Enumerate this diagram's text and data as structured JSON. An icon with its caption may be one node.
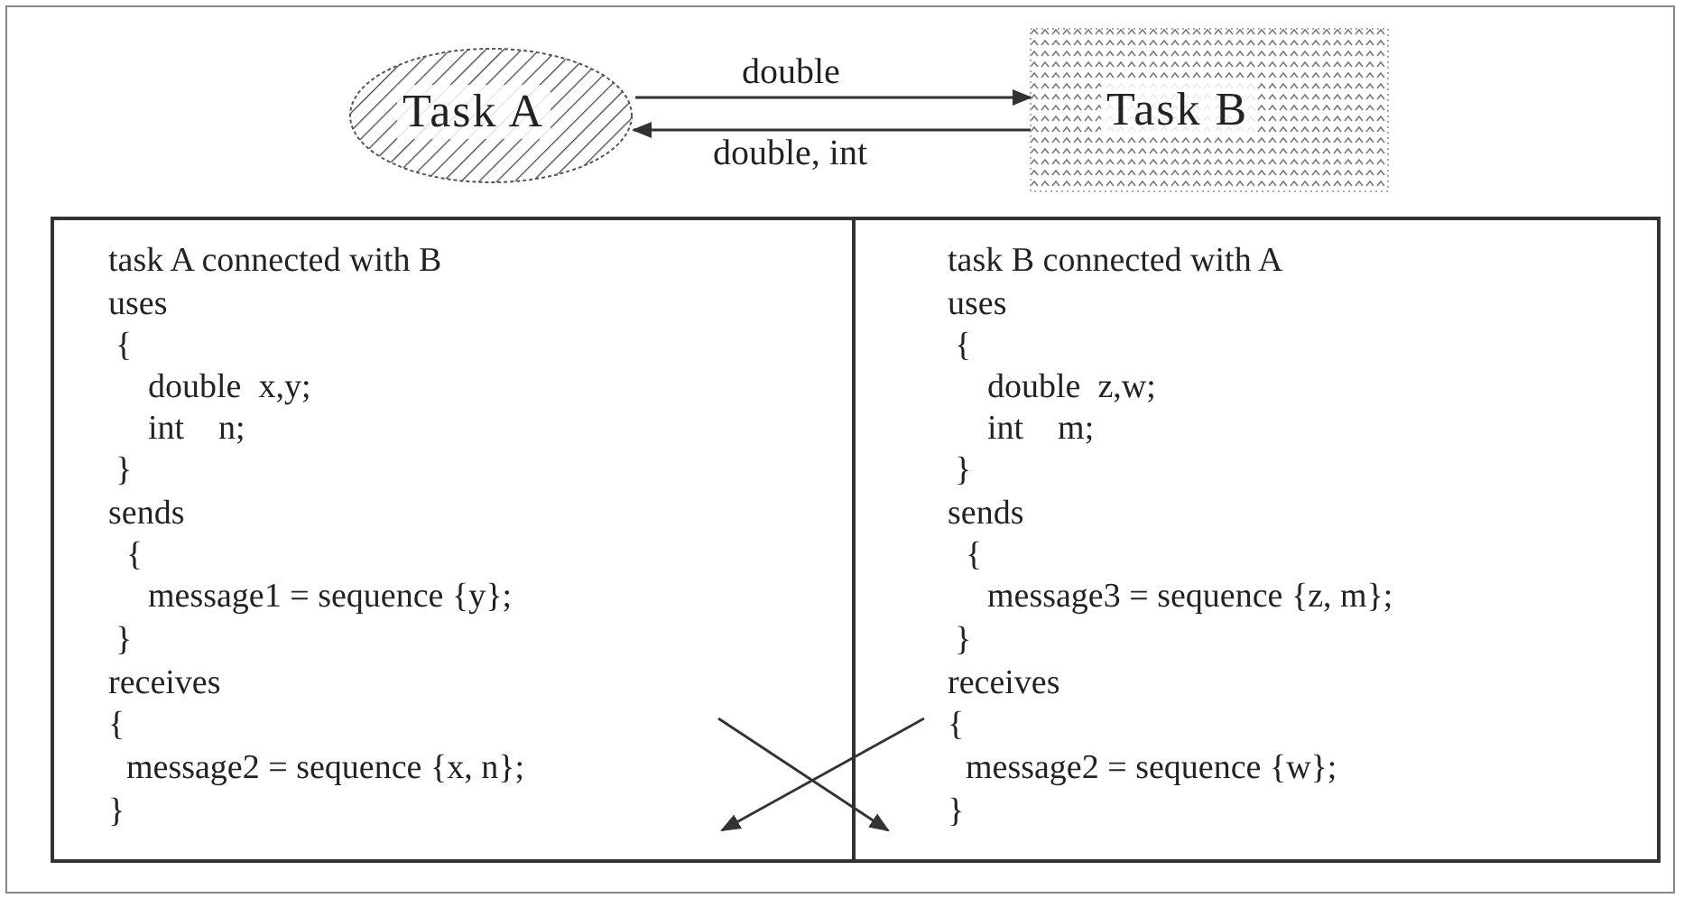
{
  "diagram": {
    "nodes": [
      {
        "text": [
          "Task A"
        ]
      },
      {
        "text": [
          "Task B"
        ]
      },
      {
        "text": [
          "task A connected with B",
          "uses",
          "{",
          "double  x,y;",
          "int    n;",
          "}",
          "sends",
          "{",
          "message1 = sequence {y};",
          "}",
          "receives",
          "{",
          "message2 = sequence {x, n};",
          "}"
        ]
      },
      {
        "text": [
          "task B connected with A",
          "uses",
          "{",
          "double  z,w;",
          "int    m;",
          "}",
          "sends",
          "{",
          "message3 = sequence {z, m};",
          "}",
          "receives",
          "{",
          "message2 = sequence {w};",
          "}"
        ]
      }
    ],
    "edges": [
      {
        "from": 0,
        "to": 1,
        "arrow": "to",
        "label": "double"
      },
      {
        "from": 1,
        "to": 0,
        "arrow": "to",
        "label": "double, int"
      },
      {
        "from": 2,
        "to": 3,
        "arrow": "to"
      },
      {
        "from": 3,
        "to": 2,
        "arrow": "to"
      }
    ]
  }
}
